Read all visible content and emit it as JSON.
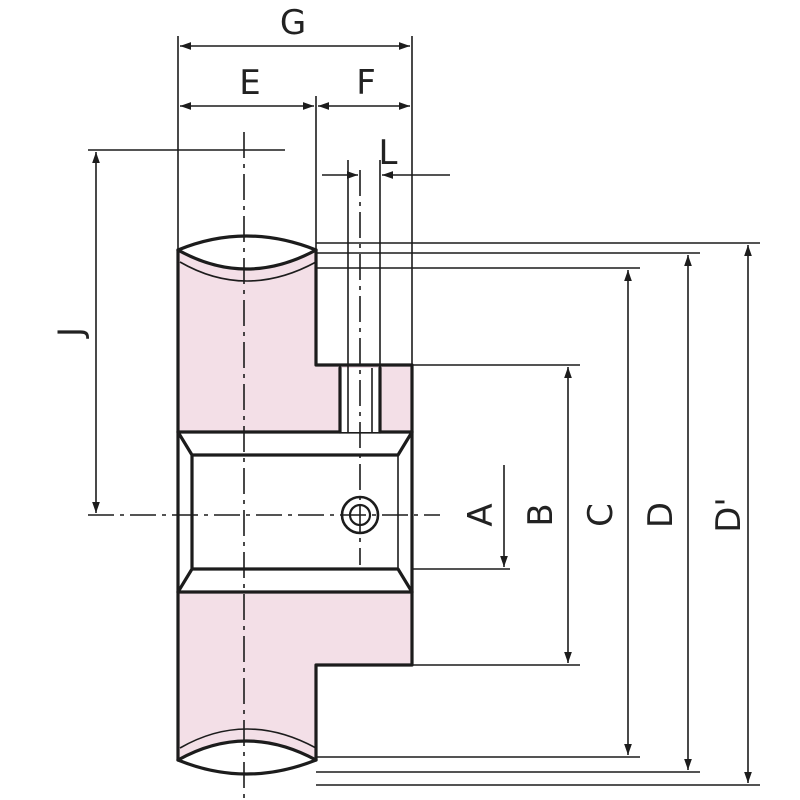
{
  "diagram": {
    "colors": {
      "gear_body": "#f3dfe7",
      "lines": "#1c1c1c",
      "background": "#ffffff"
    },
    "labels": {
      "G": "G",
      "E": "E",
      "F": "F",
      "L": "L",
      "J": "J",
      "A": "A",
      "B": "B",
      "C": "C",
      "D": "D",
      "D_prime": "D'"
    }
  }
}
